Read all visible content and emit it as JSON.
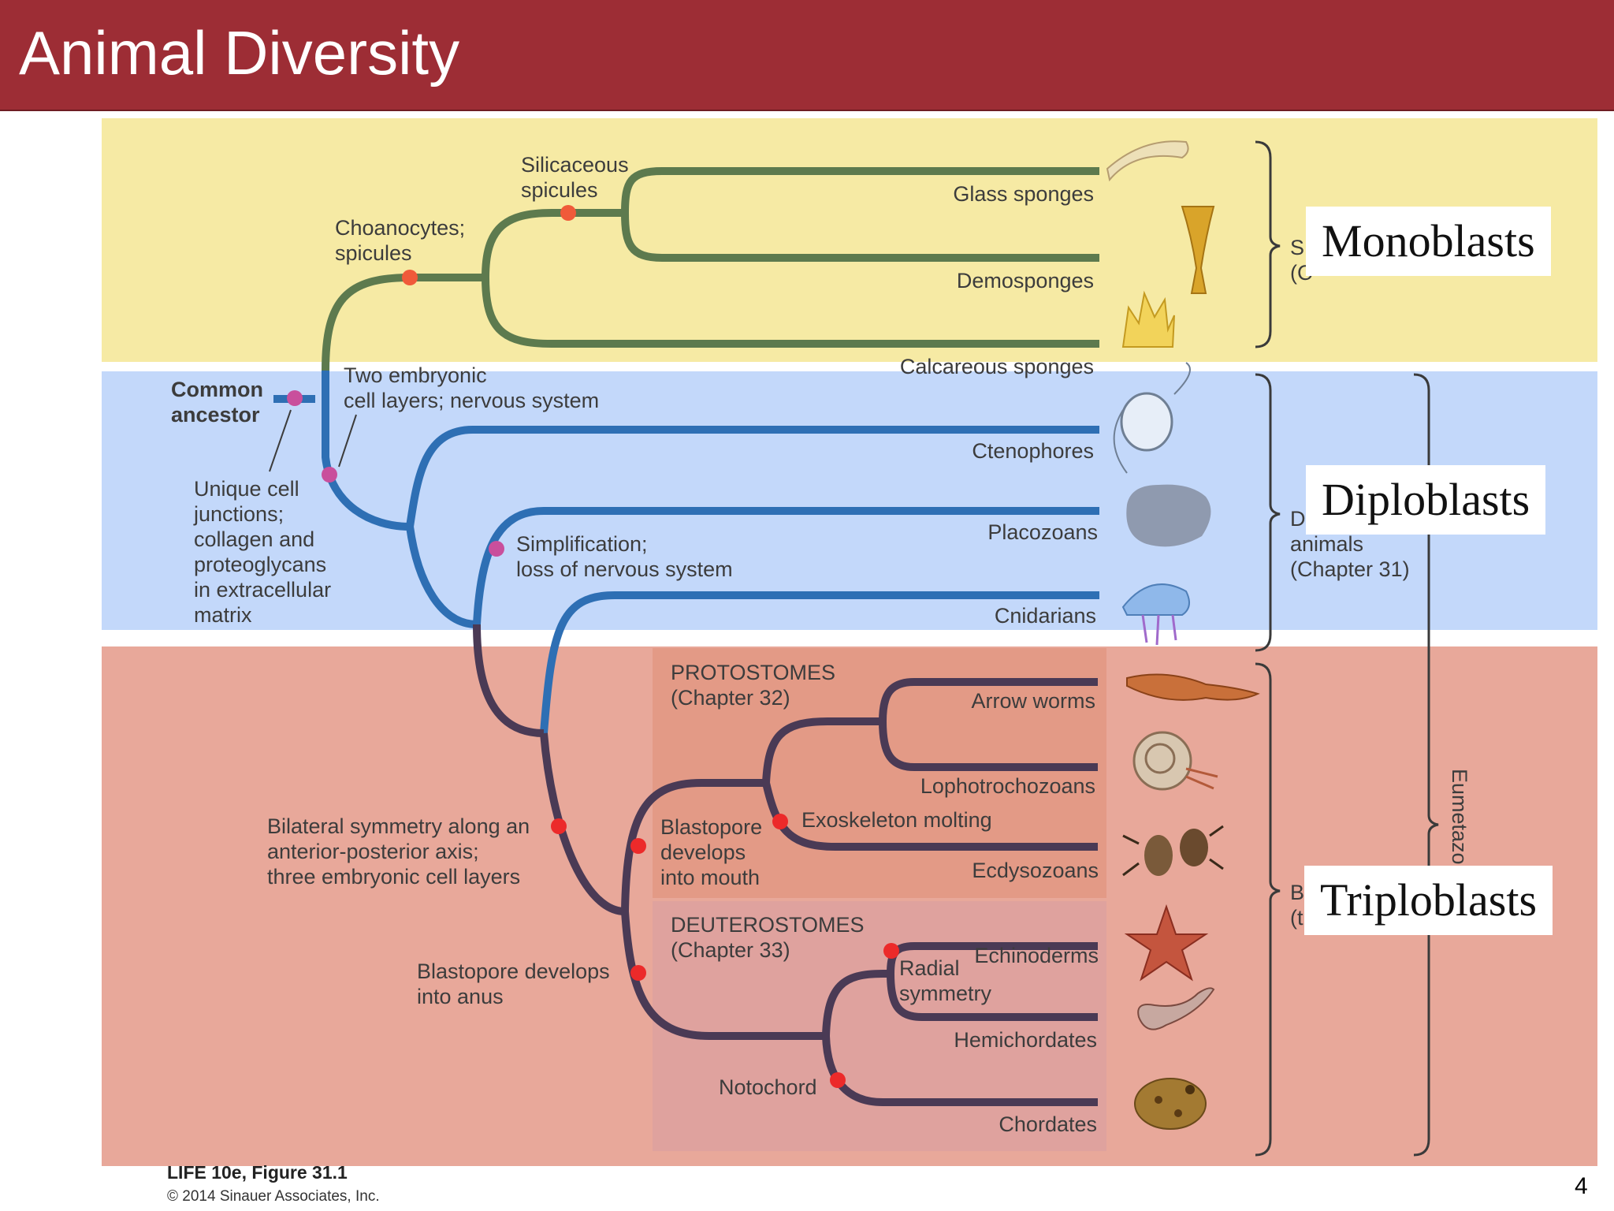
{
  "title": "Animal Diversity",
  "colors": {
    "header": "#9d2d35",
    "monoblast_band": "#f6eaa4",
    "diploblast_band": "#c3d8fa",
    "triploblast_band": "#e8a89a",
    "sponge_branch": "#5d7a4e",
    "diploblast_branch": "#2e6fb4",
    "bilaterian_branch": "#4a3a55",
    "character_dot_red": "#ec2a2a",
    "character_dot_pink": "#c94f9c"
  },
  "band_labels": {
    "monoblasts": "Monoblasts",
    "diploblasts": "Diploblasts",
    "triploblasts": "Triploblasts"
  },
  "root": {
    "label": "Common\nancestor"
  },
  "characters": {
    "silicaceous": "Silicaceous\nspicules",
    "choanocytes": "Choanocytes;\nspicules",
    "two_layers": "Two embryonic\ncell layers; nervous system",
    "unique_junctions": "Unique cell\njunctions;\ncollagen and\nproteoglycans\nin extracellular\nmatrix",
    "simplification": "Simplification;\nloss of nervous system",
    "bilateral": "Bilateral symmetry along an\nanterior-posterior axis;\nthree embryonic cell layers",
    "blastopore_mouth": "Blastopore\ndevelops\ninto mouth",
    "exoskeleton": "Exoskeleton molting",
    "blastopore_anus": "Blastopore develops\ninto anus",
    "radial": "Radial\nsymmetry",
    "notochord": "Notochord"
  },
  "taxa": {
    "glass": "Glass sponges",
    "demo": "Demosponges",
    "calc": "Calcareous sponges",
    "cteno": "Ctenophores",
    "placo": "Placozoans",
    "cnid": "Cnidarians",
    "arrow": "Arrow worms",
    "lopho": "Lophotrochozoans",
    "ecdy": "Ecdysozoans",
    "echino": "Echinoderms",
    "hemi": "Hemichordates",
    "chord": "Chordates"
  },
  "groups": {
    "protostomes": "PROTOSTOMES\n(Chapter 32)",
    "deuterostomes": "DEUTEROSTOMES\n(Chapter 33)",
    "sponges_partial": "S\n(C",
    "diplo_partial": "D\nanimals\n(Chapter 31)",
    "bilat_partial": "B\n(t",
    "eumetazoa_partial": "Eumetazo"
  },
  "icons": [
    "glass-sponge-icon",
    "demosponge-icon",
    "calcareous-sponge-icon",
    "ctenophore-icon",
    "placozoan-icon",
    "cnidarian-icon",
    "arrow-worm-icon",
    "nautilus-icon",
    "beetle-icon",
    "starfish-icon",
    "acorn-worm-icon",
    "frog-icon"
  ],
  "credit": {
    "figure": "LIFE 10e, Figure 31.1",
    "copyright": "© 2014 Sinauer Associates, Inc."
  },
  "page_number": "4"
}
